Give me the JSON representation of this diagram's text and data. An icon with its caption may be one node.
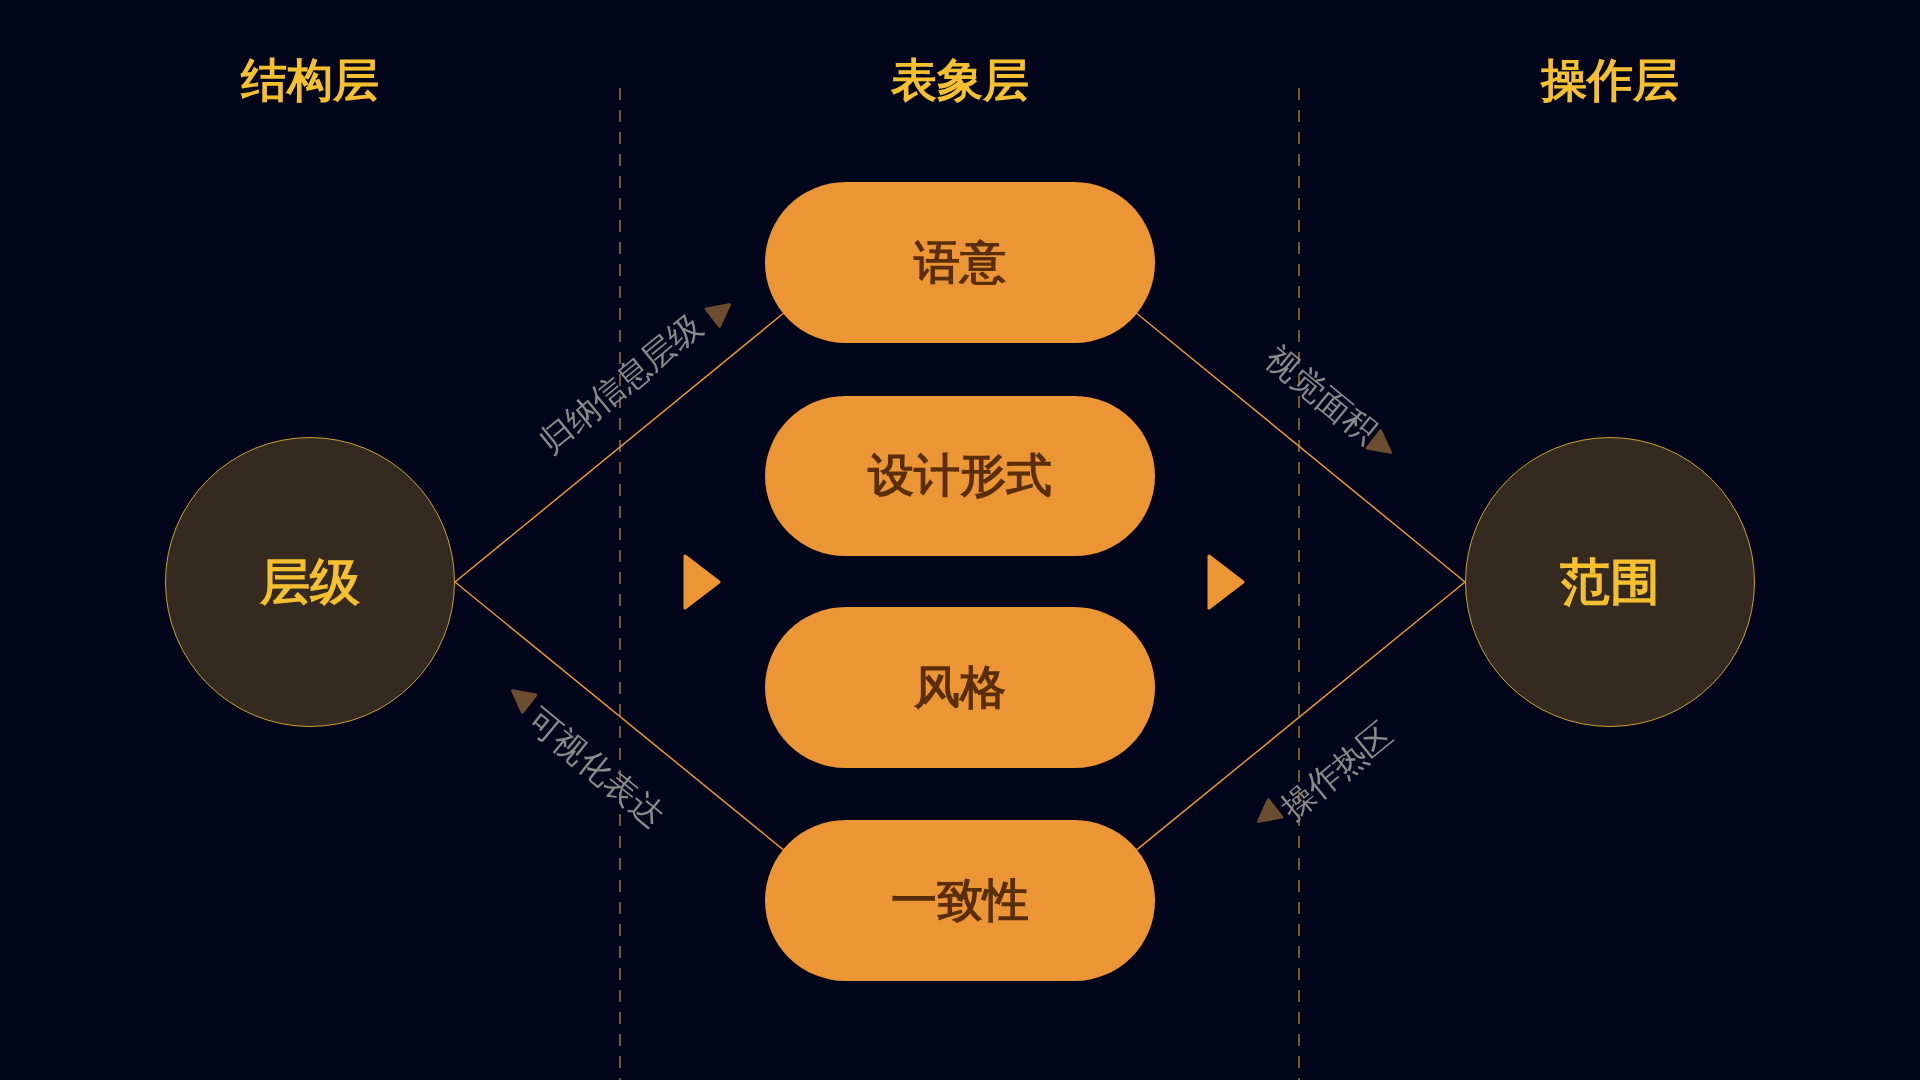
{
  "diagram": {
    "nodes": [
      {
        "text": [
          "层级"
        ]
      },
      {
        "text": [
          "语意"
        ]
      },
      {
        "text": [
          "设计形式"
        ]
      },
      {
        "text": [
          "风格"
        ]
      },
      {
        "text": [
          "一致性"
        ]
      },
      {
        "text": [
          "范围"
        ]
      }
    ],
    "edges": [
      {
        "from": 0,
        "to": 1,
        "arrow": "none",
        "label": "归纳信息层级"
      },
      {
        "from": 0,
        "to": 4,
        "arrow": "none",
        "label": "可视化表达"
      },
      {
        "from": 1,
        "to": 5,
        "arrow": "none",
        "label": "视觉面积"
      },
      {
        "from": 4,
        "to": 5,
        "arrow": "none",
        "label": "操作热区"
      }
    ],
    "labels": [
      "结构层",
      "表象层",
      "操作层"
    ]
  }
}
